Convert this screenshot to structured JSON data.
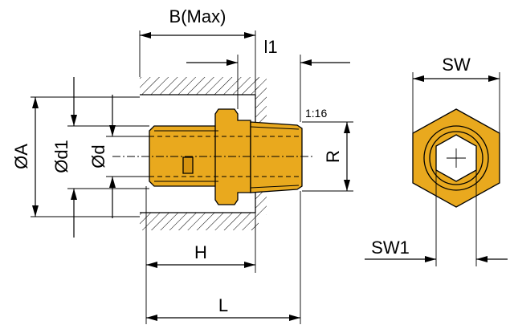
{
  "labels": {
    "b_max": "B(Max)",
    "l1": "l1",
    "taper": "1:16",
    "dia_a": "ØA",
    "dia_d1": "Ød1",
    "dia_d": "Ød",
    "r": "R",
    "h": "H",
    "l": "L",
    "sw": "SW",
    "sw1": "SW1"
  },
  "colors": {
    "brass": "#E9A91E",
    "brass_dark": "#D79410",
    "line": "#000000"
  }
}
